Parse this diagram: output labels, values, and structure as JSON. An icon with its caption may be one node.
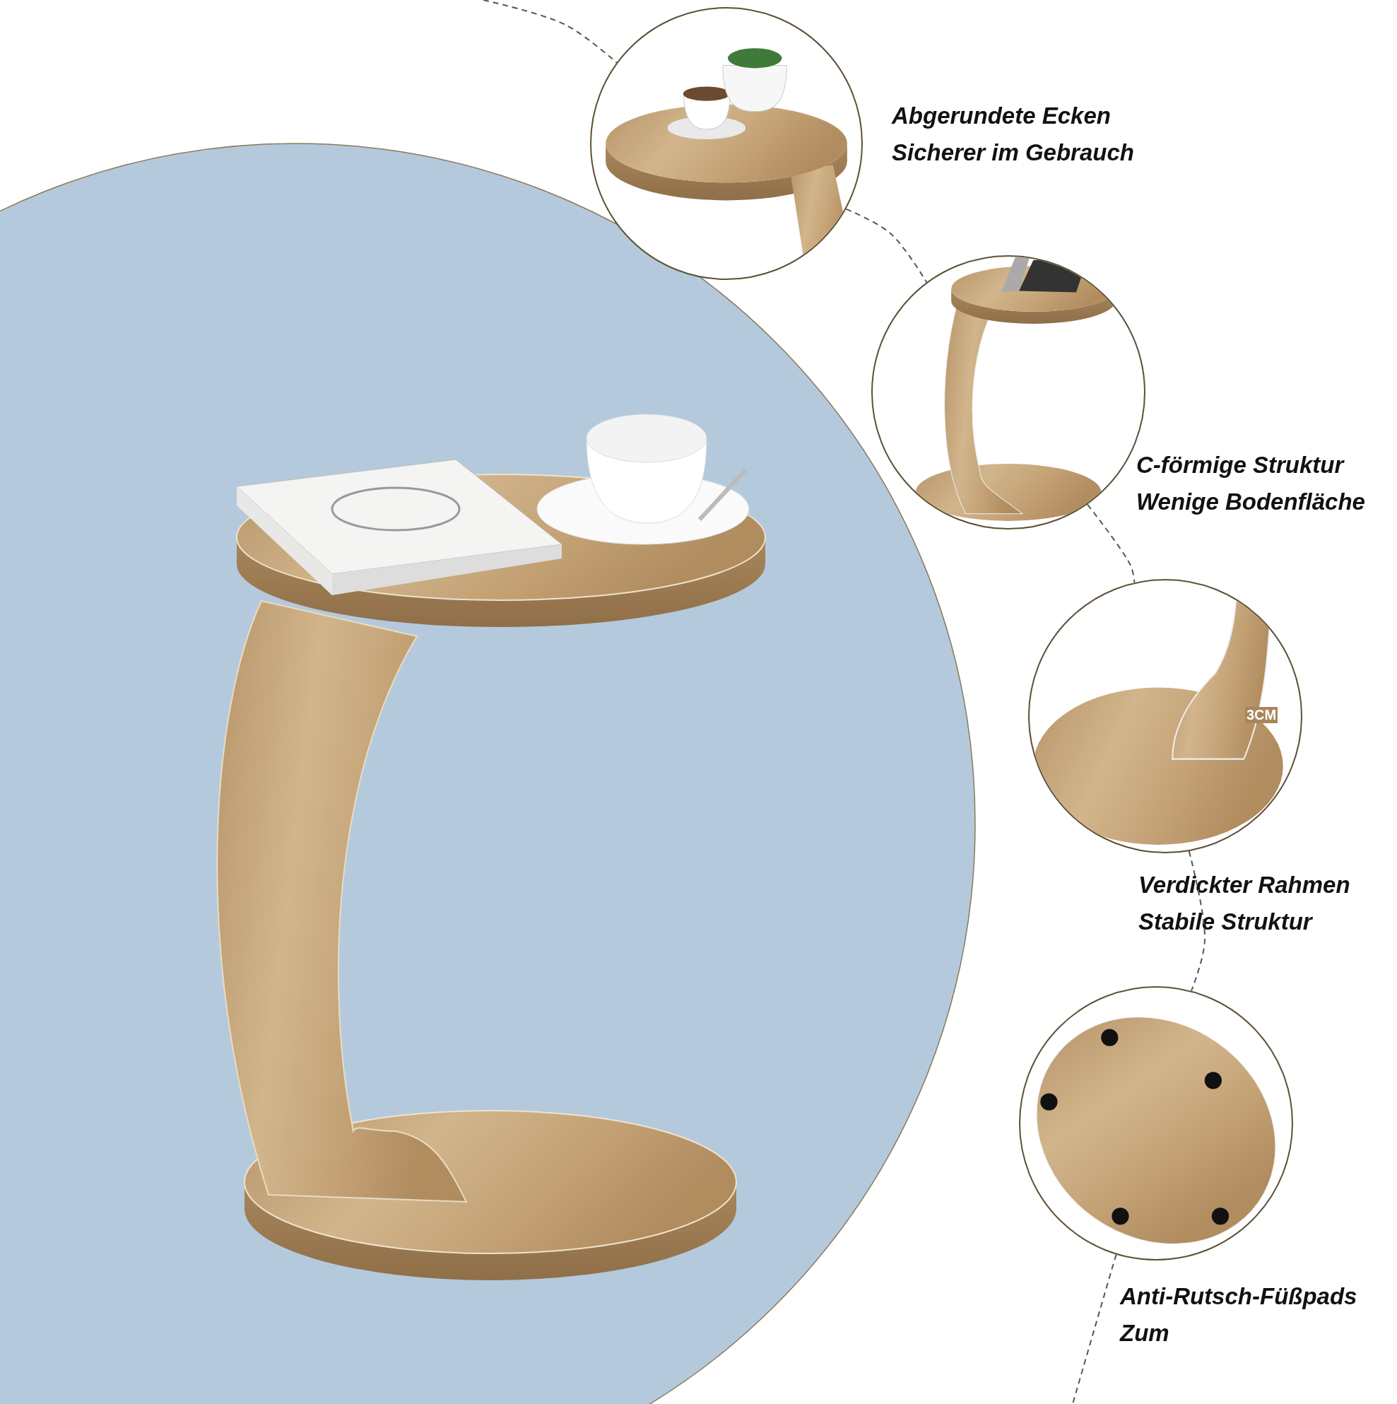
{
  "diagram": {
    "nodes": [
      {
        "text": [],
        "shape": "picture",
        "beside": [
          "Abgerundete Ecken",
          "Sicherer im Gebrauch"
        ]
      },
      {
        "text": [],
        "shape": "picture",
        "beside": [
          "C-förmige Struktur",
          "Wenige Bodenfläche"
        ]
      },
      {
        "text": [],
        "shape": "picture",
        "beside": [
          "Verdickter Rahmen",
          "Stabile Struktur"
        ]
      },
      {
        "text": [],
        "shape": "picture",
        "beside": [
          "Anti-Rutsch-Füßpads",
          "Zum"
        ]
      }
    ],
    "edges": [
      {
        "from": null,
        "to": 0,
        "arrow": "none",
        "style": "dashed"
      },
      {
        "from": 0,
        "to": 1,
        "arrow": "none",
        "style": "dashed"
      },
      {
        "from": 1,
        "to": 2,
        "arrow": "none",
        "style": "dashed"
      },
      {
        "from": 2,
        "to": 3,
        "arrow": "none",
        "style": "dashed"
      },
      {
        "from": 3,
        "to": null,
        "arrow": "none",
        "style": "dashed"
      }
    ],
    "labels": [
      "3CM"
    ]
  }
}
